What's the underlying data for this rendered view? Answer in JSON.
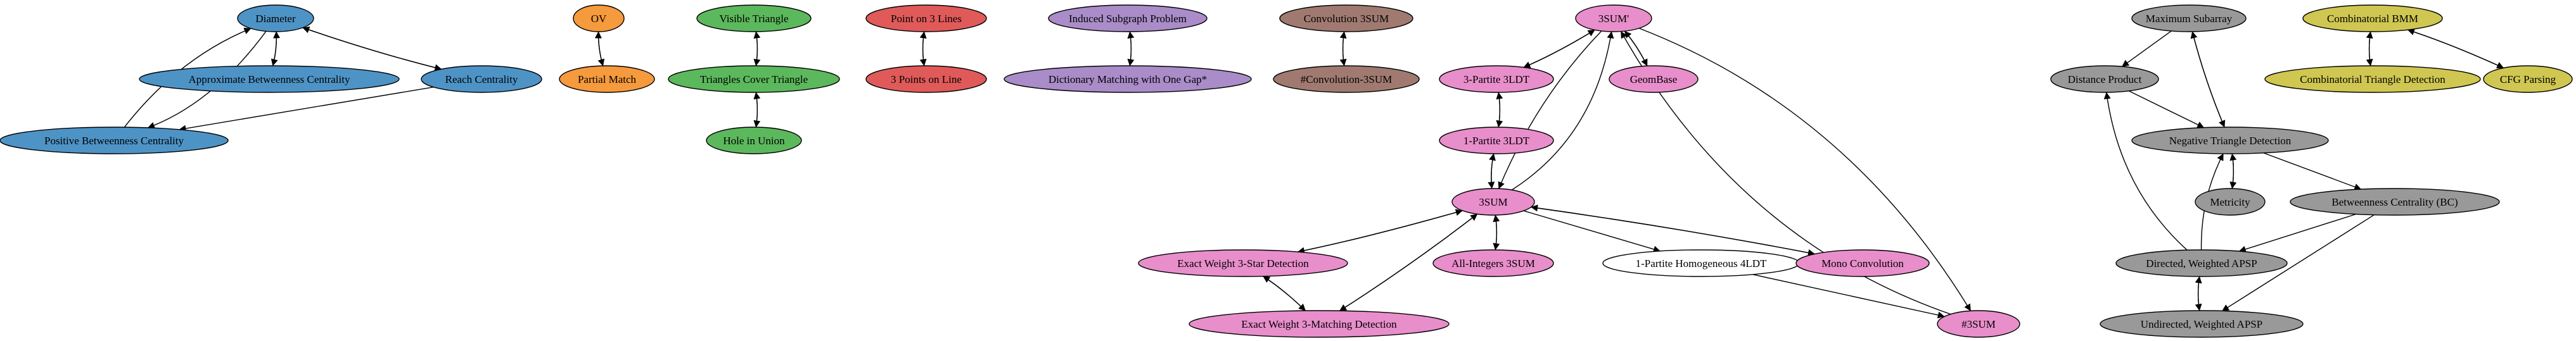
{
  "colors": {
    "blue": "#4e93c6",
    "orange": "#f59a3d",
    "green": "#5cb85c",
    "red": "#e05a5a",
    "purple": "#a98cc8",
    "brown": "#a07a70",
    "pink": "#e88ecb",
    "white": "#ffffff",
    "gray": "#999999",
    "olive": "#cfc752",
    "edge": "#000000"
  },
  "nodes": [
    {
      "id": "diameter",
      "label": "Diameter",
      "color": "blue"
    },
    {
      "id": "approx_bc",
      "label": "Approximate Betweenness Centrality",
      "color": "blue"
    },
    {
      "id": "reach",
      "label": "Reach Centrality",
      "color": "blue"
    },
    {
      "id": "pos_bc",
      "label": "Positive Betweenness Centrality",
      "color": "blue"
    },
    {
      "id": "ov",
      "label": "OV",
      "color": "orange"
    },
    {
      "id": "partial_match",
      "label": "Partial Match",
      "color": "orange"
    },
    {
      "id": "visible_tri",
      "label": "Visible Triangle",
      "color": "green"
    },
    {
      "id": "tri_cover",
      "label": "Triangles Cover Triangle",
      "color": "green"
    },
    {
      "id": "hole_union",
      "label": "Hole in Union",
      "color": "green"
    },
    {
      "id": "point_3lines",
      "label": "Point on 3 Lines",
      "color": "red"
    },
    {
      "id": "three_points_line",
      "label": "3 Points on Line",
      "color": "red"
    },
    {
      "id": "induced_subgraph",
      "label": "Induced Subgraph Problem",
      "color": "purple"
    },
    {
      "id": "dict_matching",
      "label": "Dictionary Matching with One Gap*",
      "color": "purple"
    },
    {
      "id": "conv_3sum",
      "label": "Convolution 3SUM",
      "color": "brown"
    },
    {
      "id": "count_conv_3sum",
      "label": "#Convolution-3SUM",
      "color": "brown"
    },
    {
      "id": "three_sum_prime",
      "label": "3SUM'",
      "color": "pink"
    },
    {
      "id": "three_partite_3ldt",
      "label": "3-Partite 3LDT",
      "color": "pink"
    },
    {
      "id": "geombase",
      "label": "GeomBase",
      "color": "pink"
    },
    {
      "id": "one_partite_3ldt",
      "label": "1-Partite 3LDT",
      "color": "pink"
    },
    {
      "id": "three_sum",
      "label": "3SUM",
      "color": "pink"
    },
    {
      "id": "exact_3star",
      "label": "Exact Weight 3-Star Detection",
      "color": "pink"
    },
    {
      "id": "all_int_3sum",
      "label": "All-Integers 3SUM",
      "color": "pink"
    },
    {
      "id": "homog_4ldt",
      "label": "1-Partite Homogeneous 4LDT",
      "color": "white"
    },
    {
      "id": "mono_conv",
      "label": "Mono Convolution",
      "color": "pink"
    },
    {
      "id": "exact_3match",
      "label": "Exact Weight 3-Matching Detection",
      "color": "pink"
    },
    {
      "id": "count_3sum",
      "label": "#3SUM",
      "color": "pink"
    },
    {
      "id": "max_subarray",
      "label": "Maximum Subarray",
      "color": "gray"
    },
    {
      "id": "dist_product",
      "label": "Distance Product",
      "color": "gray"
    },
    {
      "id": "neg_triangle",
      "label": "Negative Triangle Detection",
      "color": "gray"
    },
    {
      "id": "metricity",
      "label": "Metricity",
      "color": "gray"
    },
    {
      "id": "bc",
      "label": "Betweenness Centrality (BC)",
      "color": "gray"
    },
    {
      "id": "dir_apsp",
      "label": "Directed, Weighted APSP",
      "color": "gray"
    },
    {
      "id": "undir_apsp",
      "label": "Undirected, Weighted APSP",
      "color": "gray"
    },
    {
      "id": "comb_bmm",
      "label": "Combinatorial BMM",
      "color": "olive"
    },
    {
      "id": "comb_tri_det",
      "label": "Combinatorial Triangle Detection",
      "color": "olive"
    },
    {
      "id": "cfg_parsing",
      "label": "CFG Parsing",
      "color": "olive"
    }
  ],
  "edges": [
    [
      "diameter",
      "approx_bc"
    ],
    [
      "approx_bc",
      "diameter"
    ],
    [
      "diameter",
      "reach"
    ],
    [
      "reach",
      "diameter"
    ],
    [
      "diameter",
      "pos_bc"
    ],
    [
      "pos_bc",
      "diameter"
    ],
    [
      "reach",
      "pos_bc"
    ],
    [
      "ov",
      "partial_match"
    ],
    [
      "partial_match",
      "ov"
    ],
    [
      "visible_tri",
      "tri_cover"
    ],
    [
      "tri_cover",
      "visible_tri"
    ],
    [
      "tri_cover",
      "hole_union"
    ],
    [
      "hole_union",
      "tri_cover"
    ],
    [
      "point_3lines",
      "three_points_line"
    ],
    [
      "three_points_line",
      "point_3lines"
    ],
    [
      "induced_subgraph",
      "dict_matching"
    ],
    [
      "dict_matching",
      "induced_subgraph"
    ],
    [
      "conv_3sum",
      "count_conv_3sum"
    ],
    [
      "count_conv_3sum",
      "conv_3sum"
    ],
    [
      "three_sum_prime",
      "three_partite_3ldt"
    ],
    [
      "three_partite_3ldt",
      "three_sum_prime"
    ],
    [
      "three_sum_prime",
      "geombase"
    ],
    [
      "geombase",
      "three_sum_prime"
    ],
    [
      "three_sum_prime",
      "three_sum"
    ],
    [
      "three_sum",
      "three_sum_prime"
    ],
    [
      "three_sum_prime",
      "count_3sum"
    ],
    [
      "count_3sum",
      "three_sum_prime"
    ],
    [
      "three_partite_3ldt",
      "one_partite_3ldt"
    ],
    [
      "one_partite_3ldt",
      "three_partite_3ldt"
    ],
    [
      "one_partite_3ldt",
      "three_sum"
    ],
    [
      "three_sum",
      "one_partite_3ldt"
    ],
    [
      "three_sum",
      "exact_3star"
    ],
    [
      "exact_3star",
      "three_sum"
    ],
    [
      "three_sum",
      "all_int_3sum"
    ],
    [
      "all_int_3sum",
      "three_sum"
    ],
    [
      "three_sum",
      "homog_4ldt"
    ],
    [
      "three_sum",
      "mono_conv"
    ],
    [
      "mono_conv",
      "three_sum"
    ],
    [
      "three_sum",
      "exact_3match"
    ],
    [
      "exact_3match",
      "three_sum"
    ],
    [
      "exact_3star",
      "exact_3match"
    ],
    [
      "exact_3match",
      "exact_3star"
    ],
    [
      "homog_4ldt",
      "count_3sum"
    ],
    [
      "max_subarray",
      "dist_product"
    ],
    [
      "max_subarray",
      "neg_triangle"
    ],
    [
      "neg_triangle",
      "max_subarray"
    ],
    [
      "dist_product",
      "neg_triangle"
    ],
    [
      "neg_triangle",
      "metricity"
    ],
    [
      "metricity",
      "neg_triangle"
    ],
    [
      "neg_triangle",
      "bc"
    ],
    [
      "dir_apsp",
      "dist_product"
    ],
    [
      "dir_apsp",
      "neg_triangle"
    ],
    [
      "bc",
      "dir_apsp"
    ],
    [
      "bc",
      "undir_apsp"
    ],
    [
      "dir_apsp",
      "undir_apsp"
    ],
    [
      "undir_apsp",
      "dir_apsp"
    ],
    [
      "comb_bmm",
      "comb_tri_det"
    ],
    [
      "comb_tri_det",
      "comb_bmm"
    ],
    [
      "comb_bmm",
      "cfg_parsing"
    ],
    [
      "cfg_parsing",
      "comb_bmm"
    ]
  ]
}
